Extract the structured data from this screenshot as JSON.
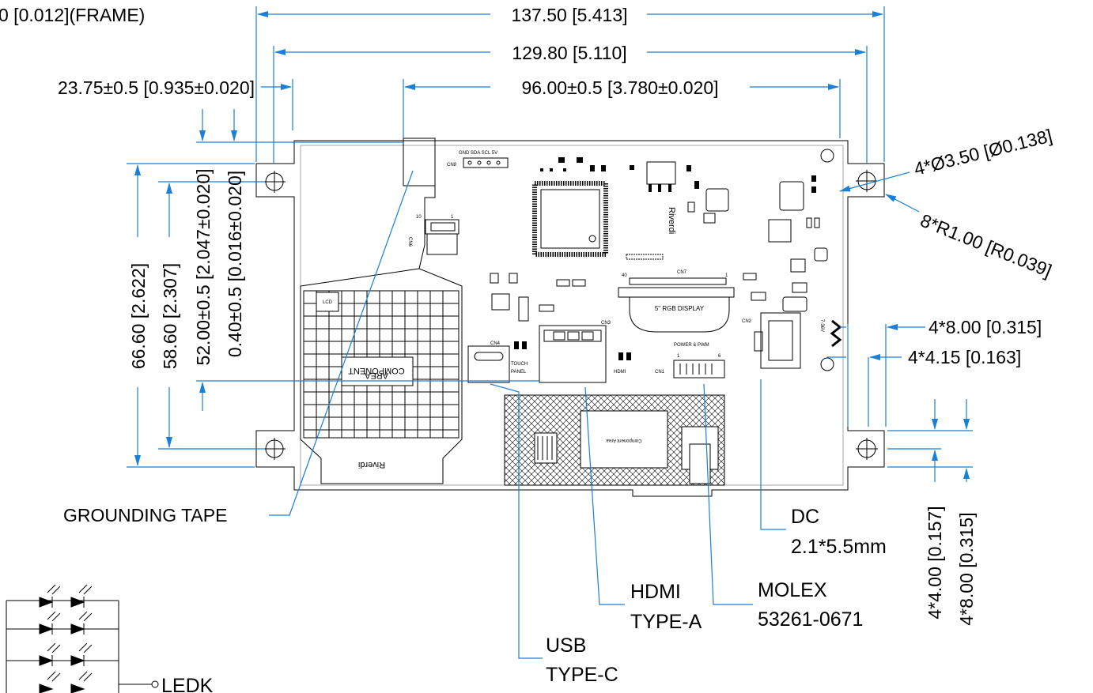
{
  "dimensions": {
    "frame_thickness": "0 [0.012](FRAME)",
    "overall_width": "137.50 [5.413]",
    "hole_pitch_x": "129.80 [5.110]",
    "pcb_offset": "23.75±0.5 [0.935±0.020]",
    "pcb_width": "96.00±0.5 [3.780±0.020]",
    "overall_height": "66.60 [2.622]",
    "hole_pitch_y": "58.60 [2.307]",
    "pcb_height": "52.00±0.5 [2.047±0.020]",
    "pcb_offset_y": "0.40±0.5 [0.016±0.020]",
    "mount_holes": "4*Ø3.50 [Ø0.138]",
    "corner_radius": "8*R1.00 [R0.039]",
    "hole_edge_x": "4*8.00 [0.315]",
    "hole_edge_x2": "4*4.15 [0.163]",
    "hole_edge_y": "4*4.00 [0.157]",
    "hole_edge_y2": "4*8.00 [0.315]"
  },
  "callouts": {
    "grounding_tape": "GROUNDING TAPE",
    "dc_line1": "DC",
    "dc_line2": "2.1*5.5mm",
    "hdmi_line1": "HDMI",
    "hdmi_line2": "TYPE-A",
    "molex_line1": "MOLEX",
    "molex_line2": "53261-0671",
    "usb_line1": "USB",
    "usb_line2": "TYPE-C",
    "ledk": "LEDK"
  },
  "board_labels": {
    "cn8": "CN8",
    "cn8_pins": "GND SDA SCL 5V",
    "cn6": "CN6",
    "cn6_pin10": "10",
    "cn6_pin1": "1",
    "cn7": "CN7",
    "cn7_pin40": "40",
    "cn7_pin1": "1",
    "display": "5\" RGB DISPLAY",
    "cn3": "CN3",
    "cn4": "CN4",
    "touch": "TOUCH",
    "panel": "PANEL",
    "hdmi": "HDMI",
    "cn1": "CN1",
    "power_pwm": "POWER & PWM",
    "cn1_pin1": "1",
    "cn1_pin6": "6",
    "cn2": "CN2",
    "voltage": "7-36V",
    "component_area_1": "COMPONENT",
    "component_area_2": "AREA",
    "brand": "Riverdi",
    "component_area_3": "Component Area",
    "lcd_tag": "LCD"
  }
}
